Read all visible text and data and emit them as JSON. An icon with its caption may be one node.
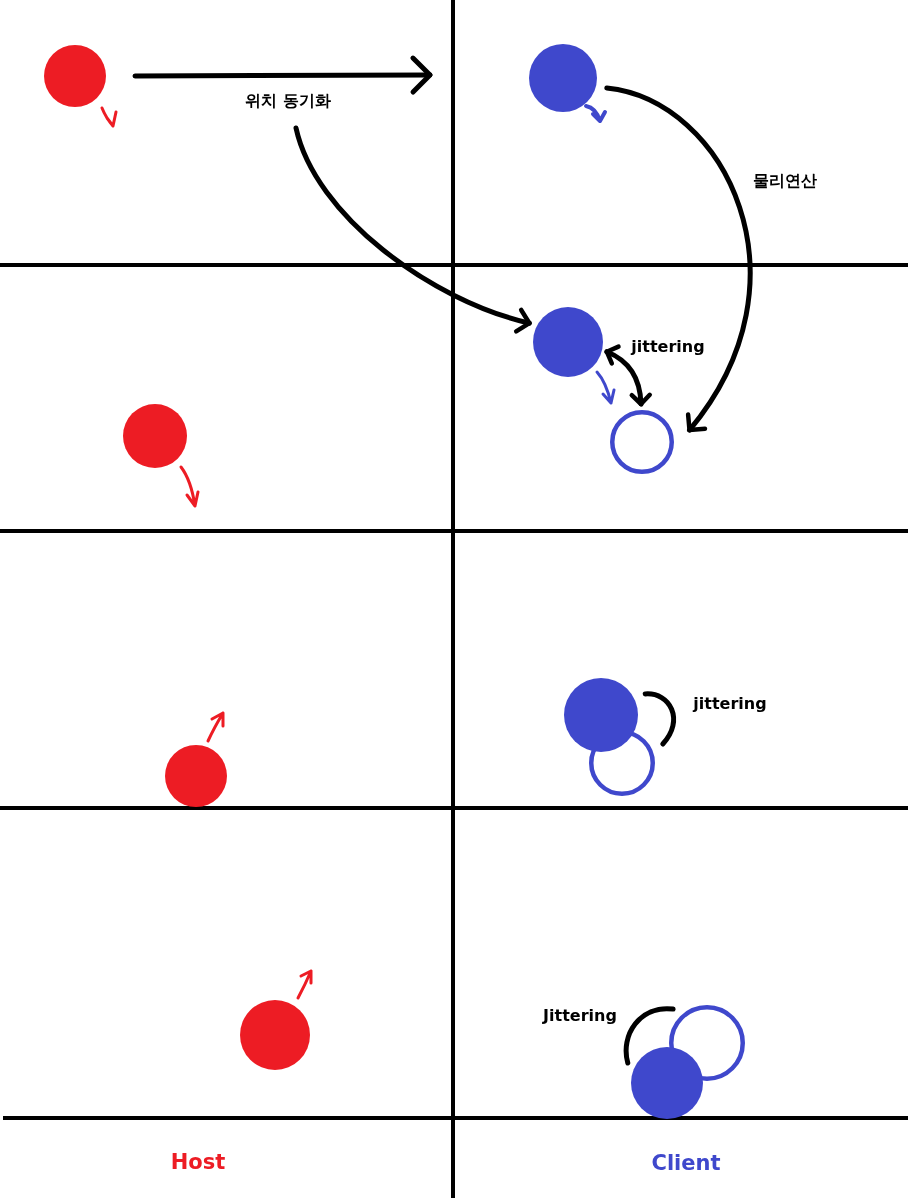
{
  "diagram": {
    "nodes": [
      {
        "text": [],
        "shape": "circle"
      },
      {
        "text": [
          "위치 동기화"
        ]
      },
      {
        "text": [],
        "shape": "circle"
      },
      {
        "text": [],
        "shape": "circle"
      },
      {
        "text": [],
        "shape": "circle"
      },
      {
        "text": [],
        "shape": "circle"
      },
      {
        "text": [],
        "shape": "circle"
      },
      {
        "text": [],
        "shape": "circle"
      },
      {
        "text": [],
        "shape": "circle"
      },
      {
        "text": [],
        "shape": "circle"
      },
      {
        "text": [],
        "shape": "circle"
      },
      {
        "text": [],
        "shape": "circle"
      }
    ],
    "edges": [
      {
        "from": 0,
        "to": null,
        "arrow": "to"
      },
      {
        "from": 1,
        "to": 4,
        "arrow": "to"
      },
      {
        "from": 2,
        "to": 5,
        "arrow": "to",
        "label": "물리연산"
      },
      {
        "from": 4,
        "to": 5,
        "arrow": "both",
        "label": "jittering"
      },
      {
        "from": 7,
        "to": 8,
        "arrow": "none",
        "label": "jittering"
      },
      {
        "from": 10,
        "to": 11,
        "arrow": "none",
        "label": "Jittering"
      }
    ],
    "labels": [
      "Host",
      "Client"
    ]
  }
}
